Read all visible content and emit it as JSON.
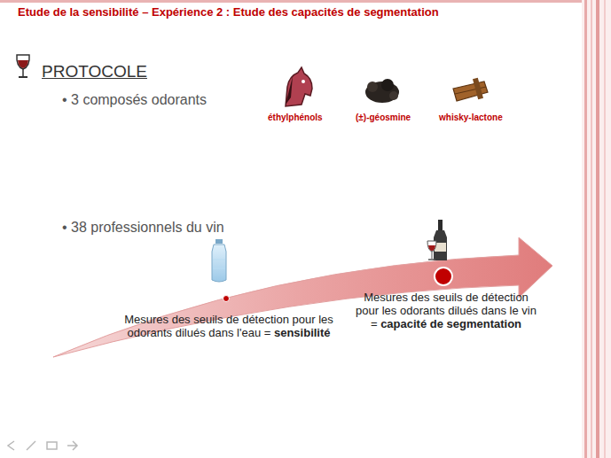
{
  "diagram": {
    "title": "Etude de la sensibilité – Expérience 2 : Etude des capacités de segmentation",
    "labels": [
      "PROTOCOLE",
      "• 3 composés odorants",
      "éthylphénols",
      "(±)-géosmine",
      "whisky-lactone",
      "• 38 professionnels du vin",
      "Mesures des seuils de détection pour les odorants dilués dans l'eau =",
      "sensibilité",
      "Mesures des seuils de détection pour les odorants dilués dans le vin =",
      "capacité de segmentation"
    ]
  }
}
